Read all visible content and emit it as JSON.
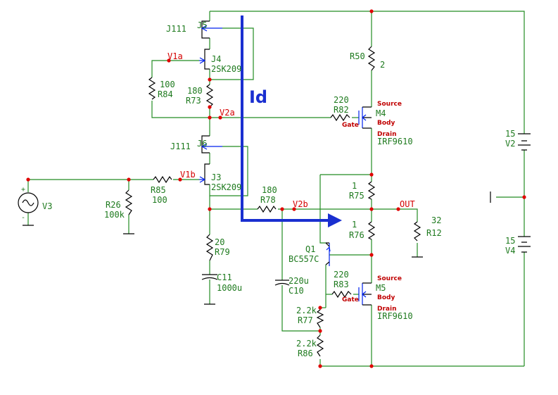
{
  "current_label": "Id",
  "nets": {
    "v1a": "V1a",
    "v2a": "V2a",
    "v1b": "V1b",
    "v2b": "V2b",
    "out": "OUT"
  },
  "pins": {
    "source": "Source",
    "body": "Body",
    "drain": "Drain",
    "gate": "Gate"
  },
  "components": {
    "j5": {
      "name": "J5",
      "model": "J111"
    },
    "j4": {
      "name": "J4",
      "model": "2SK209"
    },
    "j6": {
      "name": "J6",
      "model": "J111"
    },
    "j3": {
      "name": "J3",
      "model": "2SK209"
    },
    "r84": {
      "name": "R84",
      "value": "100"
    },
    "r73": {
      "name": "R73",
      "value": "180"
    },
    "r85": {
      "name": "R85",
      "value": "100"
    },
    "r26": {
      "name": "R26",
      "value": "100k"
    },
    "v3": {
      "name": "V3"
    },
    "r78": {
      "name": "R78",
      "value": "180"
    },
    "r79": {
      "name": "R79",
      "value": "20"
    },
    "c11": {
      "name": "C11",
      "value": "1000u"
    },
    "r50": {
      "name": "R50",
      "value": "2"
    },
    "r82": {
      "name": "R82",
      "value": "220"
    },
    "m4": {
      "name": "M4",
      "model": "IRF9610"
    },
    "r75": {
      "name": "R75",
      "value": "1"
    },
    "r76": {
      "name": "R76",
      "value": "1"
    },
    "q1": {
      "name": "Q1",
      "model": "BC557C"
    },
    "r83": {
      "name": "R83",
      "value": "220"
    },
    "m5": {
      "name": "M5",
      "model": "IRF9610"
    },
    "c10": {
      "name": "C10",
      "value": "220u"
    },
    "r77": {
      "name": "R77",
      "value": "2.2k"
    },
    "r86": {
      "name": "R86",
      "value": "2.2k"
    },
    "r12": {
      "name": "R12",
      "value": "32"
    },
    "v2": {
      "name": "V2",
      "value": "15"
    },
    "v4": {
      "name": "V4",
      "value": "15"
    }
  },
  "colors": {
    "wire": "#238c23",
    "junction": "#e00000",
    "current_path": "#1a2fd0",
    "net_label": "#d40000"
  }
}
